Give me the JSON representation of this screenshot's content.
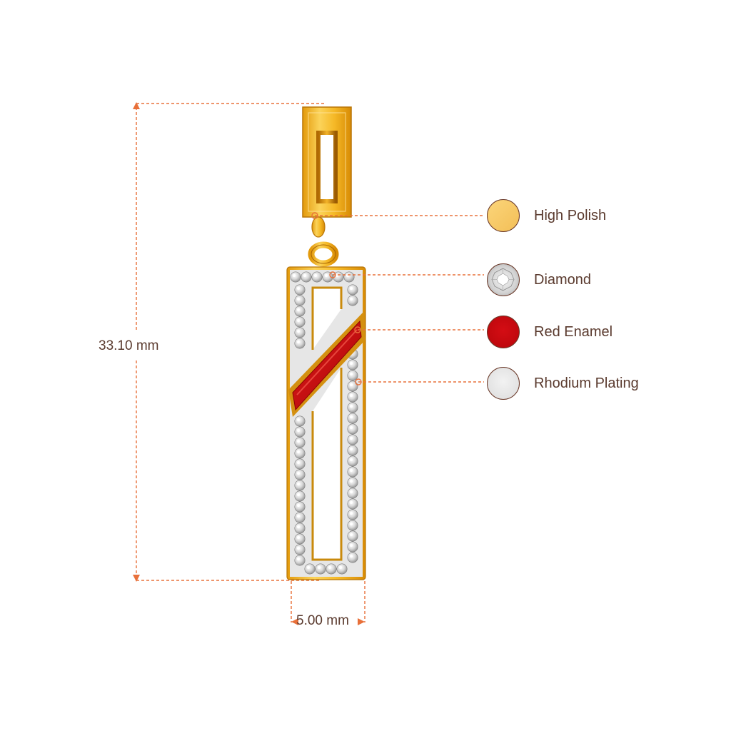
{
  "dimensions": {
    "height": "33.10 mm",
    "width": "5.00 mm"
  },
  "legend": [
    {
      "label": "High Polish",
      "color": "#f7c766",
      "icon": "high-polish-swatch"
    },
    {
      "label": "Diamond",
      "color": "#e4e4e4",
      "icon": "diamond-swatch"
    },
    {
      "label": "Red Enamel",
      "color": "#c4090f",
      "icon": "red-enamel-swatch"
    },
    {
      "label": "Rhodium Plating",
      "color": "#e6e6e6",
      "icon": "rhodium-swatch"
    }
  ],
  "colors": {
    "dimension_line": "#e8703a",
    "gold": "#f2b21e",
    "gold_dark": "#c97f06",
    "enamel": "#c4090f",
    "swatch_border": "#6b3a2a",
    "label_text": "#5a3a2e"
  }
}
